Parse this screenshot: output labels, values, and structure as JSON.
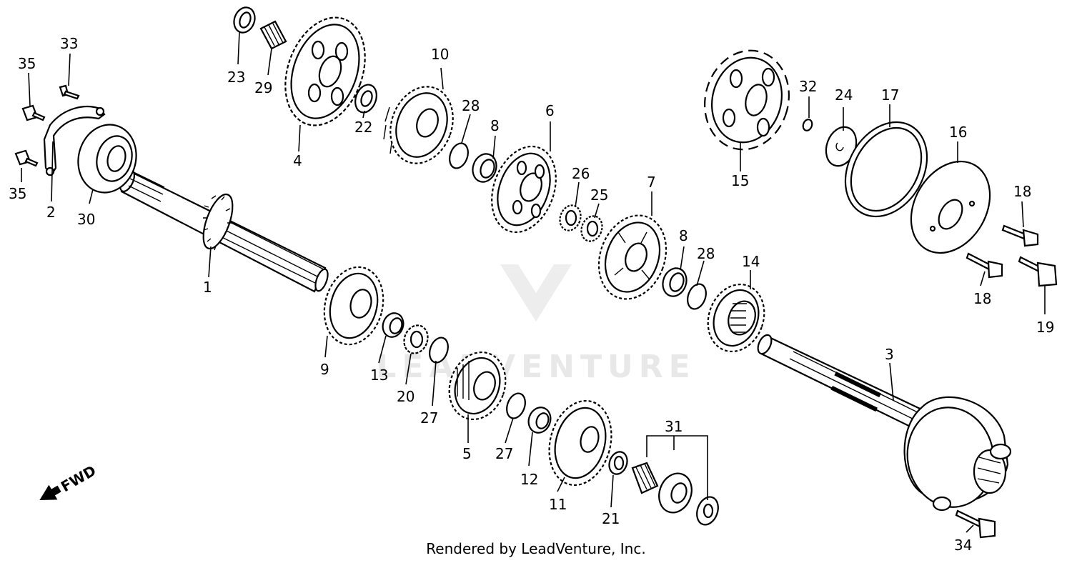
{
  "diagram": {
    "watermark_text": "LEADVENTURE",
    "fwd_label": "FWD",
    "footer_text": "Rendered by LeadVenture, Inc.",
    "callouts": [
      {
        "id": "1",
        "text": "1"
      },
      {
        "id": "2",
        "text": "2"
      },
      {
        "id": "3",
        "text": "3"
      },
      {
        "id": "4",
        "text": "4"
      },
      {
        "id": "5",
        "text": "5"
      },
      {
        "id": "6",
        "text": "6"
      },
      {
        "id": "7",
        "text": "7"
      },
      {
        "id": "8a",
        "text": "8"
      },
      {
        "id": "8b",
        "text": "8"
      },
      {
        "id": "9",
        "text": "9"
      },
      {
        "id": "10",
        "text": "10"
      },
      {
        "id": "11",
        "text": "11"
      },
      {
        "id": "12",
        "text": "12"
      },
      {
        "id": "13",
        "text": "13"
      },
      {
        "id": "14",
        "text": "14"
      },
      {
        "id": "15",
        "text": "15"
      },
      {
        "id": "16",
        "text": "16"
      },
      {
        "id": "17",
        "text": "17"
      },
      {
        "id": "18a",
        "text": "18"
      },
      {
        "id": "18b",
        "text": "18"
      },
      {
        "id": "19",
        "text": "19"
      },
      {
        "id": "20",
        "text": "20"
      },
      {
        "id": "21",
        "text": "21"
      },
      {
        "id": "22",
        "text": "22"
      },
      {
        "id": "23",
        "text": "23"
      },
      {
        "id": "24",
        "text": "24"
      },
      {
        "id": "25",
        "text": "25"
      },
      {
        "id": "26",
        "text": "26"
      },
      {
        "id": "27a",
        "text": "27"
      },
      {
        "id": "27b",
        "text": "27"
      },
      {
        "id": "28a",
        "text": "28"
      },
      {
        "id": "28b",
        "text": "28"
      },
      {
        "id": "29",
        "text": "29"
      },
      {
        "id": "30",
        "text": "30"
      },
      {
        "id": "31",
        "text": "31"
      },
      {
        "id": "32",
        "text": "32"
      },
      {
        "id": "33",
        "text": "33"
      },
      {
        "id": "34",
        "text": "34"
      },
      {
        "id": "35a",
        "text": "35"
      },
      {
        "id": "35b",
        "text": "35"
      }
    ]
  }
}
